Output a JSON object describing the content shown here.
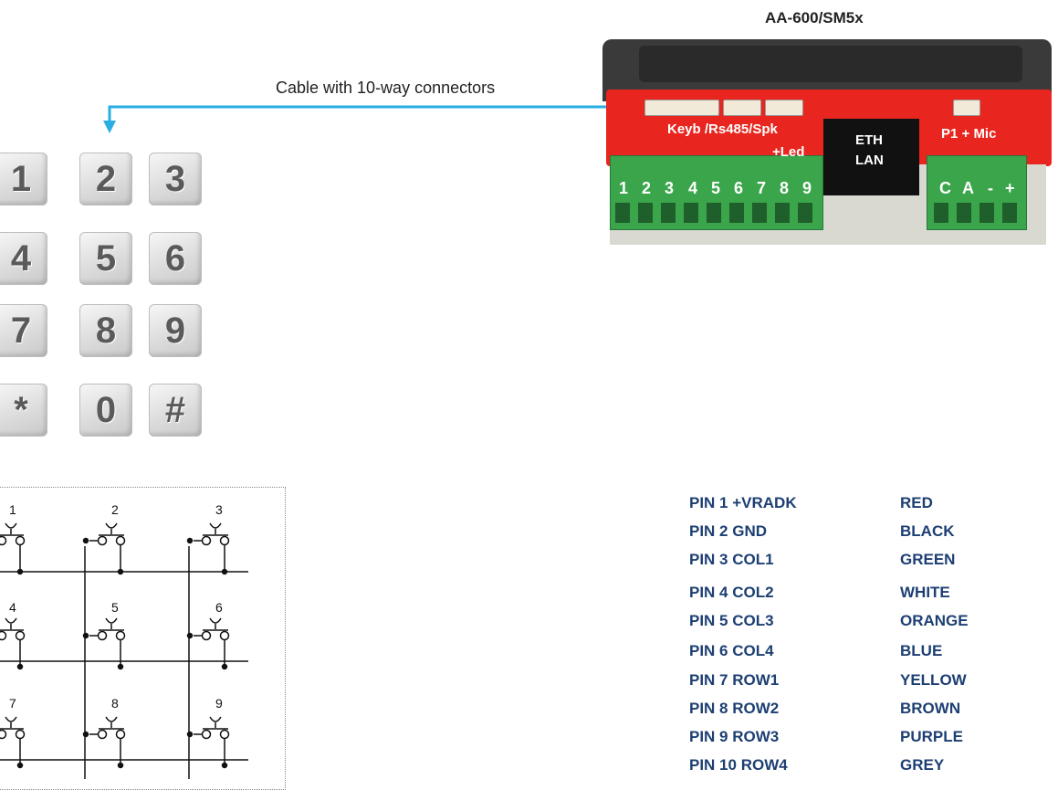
{
  "device_title": "AA-600/SM5x",
  "cable_label": "Cable with 10-way connectors",
  "device_labels": {
    "keyb": "Keyb /Rs485/Spk",
    "led": "+Led",
    "eth": "ETH",
    "lan": "LAN",
    "p1mic": "P1 + Mic"
  },
  "terminal_left": [
    "1",
    "2",
    "3",
    "4",
    "5",
    "6",
    "7",
    "8",
    "9"
  ],
  "terminal_right": [
    "C",
    "A",
    "-",
    "+"
  ],
  "keypad_keys": [
    "1",
    "2",
    "3",
    "4",
    "5",
    "6",
    "7",
    "8",
    "9",
    "*",
    "0",
    "#"
  ],
  "schematic_labels": [
    "1",
    "2",
    "3",
    "4",
    "5",
    "6",
    "7",
    "8",
    "9"
  ],
  "pins": [
    {
      "label": "PIN 1   +VRADK",
      "color": "RED"
    },
    {
      "label": "PIN 2    GND",
      "color": "BLACK"
    },
    {
      "label": "PIN 3   COL1",
      "color": "GREEN"
    },
    {
      "label": "PIN 4   COL2",
      "color": "WHITE"
    },
    {
      "label": "PIN 5    COL3",
      "color": "ORANGE"
    },
    {
      "label": "PIN 6   COL4",
      "color": "BLUE"
    },
    {
      "label": "PIN 7    ROW1",
      "color": "YELLOW"
    },
    {
      "label": "PIN 8    ROW2",
      "color": "BROWN"
    },
    {
      "label": "PIN 9    ROW3",
      "color": "PURPLE"
    },
    {
      "label": "PIN 10 ROW4",
      "color": "GREY"
    }
  ],
  "colors": {
    "cable": "#29aee3",
    "device_red": "#e8261f",
    "terminal_green": "#3aa54a",
    "pin_text": "#1d3f73"
  }
}
